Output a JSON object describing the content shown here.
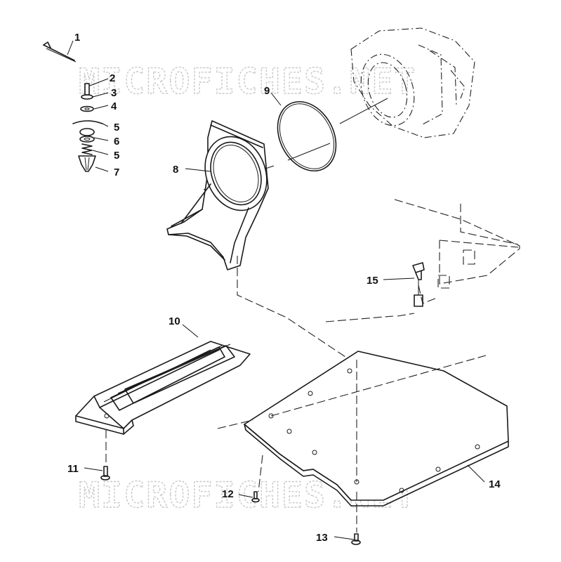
{
  "watermark": {
    "top_text": "MICROFICHES.NET",
    "bottom_text": "MICROFICHES.NET"
  },
  "callouts": [
    {
      "id": "1",
      "label": "1"
    },
    {
      "id": "2",
      "label": "2"
    },
    {
      "id": "3",
      "label": "3"
    },
    {
      "id": "4",
      "label": "4"
    },
    {
      "id": "5a",
      "label": "5"
    },
    {
      "id": "6",
      "label": "6"
    },
    {
      "id": "5b",
      "label": "5"
    },
    {
      "id": "7",
      "label": "7"
    },
    {
      "id": "8",
      "label": "8"
    },
    {
      "id": "9",
      "label": "9"
    },
    {
      "id": "10",
      "label": "10"
    },
    {
      "id": "11",
      "label": "11"
    },
    {
      "id": "12",
      "label": "12"
    },
    {
      "id": "13",
      "label": "13"
    },
    {
      "id": "14",
      "label": "14"
    },
    {
      "id": "15",
      "label": "15"
    }
  ]
}
